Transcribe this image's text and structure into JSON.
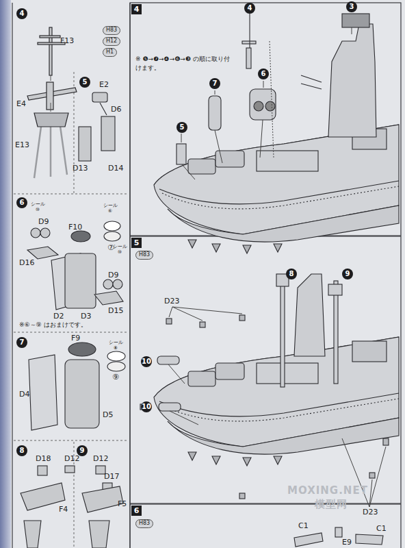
{
  "diagram": {
    "labels": [
      "4",
      "F13",
      "H83",
      "H12",
      "H1",
      "E4",
      "E13",
      "5",
      "E2",
      "D6",
      "D13",
      "D14",
      "6",
      "シール ⑩",
      "D9",
      "F10",
      "シール ⑥",
      "⑦",
      "D16",
      "D2",
      "D3",
      "D9",
      "シール ⑩",
      "D15",
      "※⑥～⑨ はおまけです。",
      "7",
      "F9",
      "シール ⑧",
      "⑨",
      "D4",
      "D5",
      "8",
      "9",
      "D18",
      "D12",
      "D12",
      "D17",
      "F4",
      "F5",
      "4",
      "3",
      "4",
      "※ ❺→❼→❹→❻→❸ の順に取り付けます。",
      "6",
      "7",
      "5",
      "5",
      "H83",
      "8",
      "9",
      "D23",
      "10",
      "10",
      "D23",
      "MOXING.NET",
      "模型网",
      "6",
      "H83",
      "C1",
      "C1",
      "E9"
    ]
  }
}
